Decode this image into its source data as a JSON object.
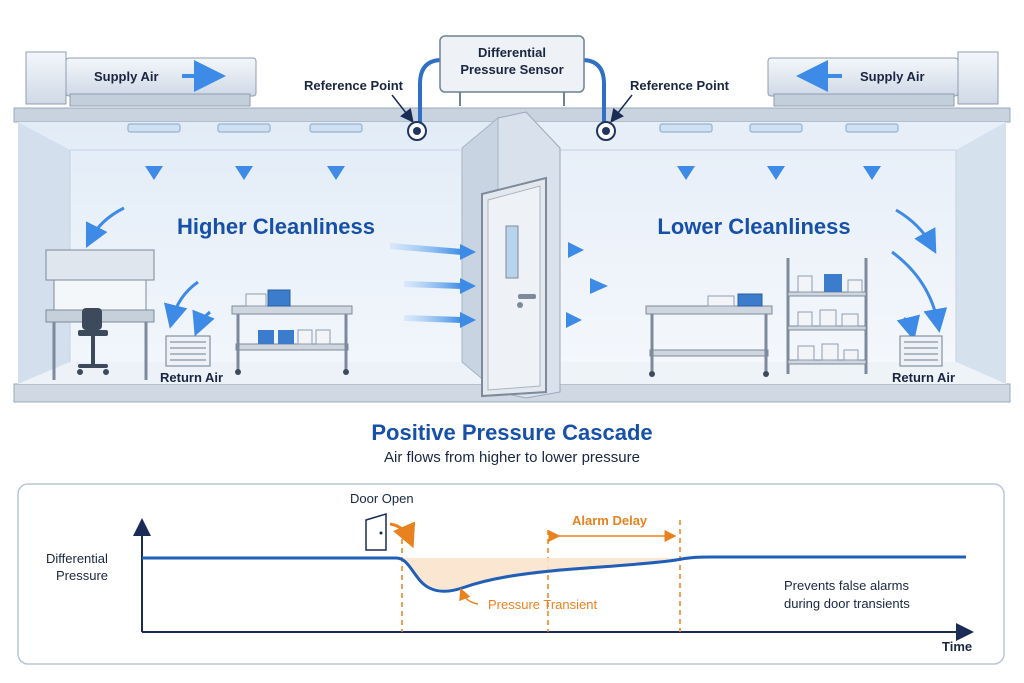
{
  "supply_left": "Supply Air",
  "supply_right": "Supply Air",
  "sensor_title": "Differential",
  "sensor_subtitle": "Pressure Sensor",
  "ref_left": "Reference Point",
  "ref_right": "Reference Point",
  "room_left_title": "Higher Cleanliness",
  "room_right_title": "Lower Cleanliness",
  "return_left": "Return Air",
  "return_right": "Return Air",
  "cascade_title": "Positive Pressure Cascade",
  "cascade_subtitle": "Air flows from higher to lower pressure",
  "graph": {
    "y_label_line1": "Differential",
    "y_label_line2": "Pressure",
    "x_label": "Time",
    "door_open": "Door Open",
    "alarm_delay": "Alarm Delay",
    "pressure_transient": "Pressure Transient",
    "note_line1": "Prevents false alarms",
    "note_line2": "during door transients"
  },
  "colors": {
    "primary_blue": "#1750a8",
    "arrow_blue": "#3d8be6",
    "accent_orange": "#e8821e",
    "wall": "#dfe7f1"
  }
}
